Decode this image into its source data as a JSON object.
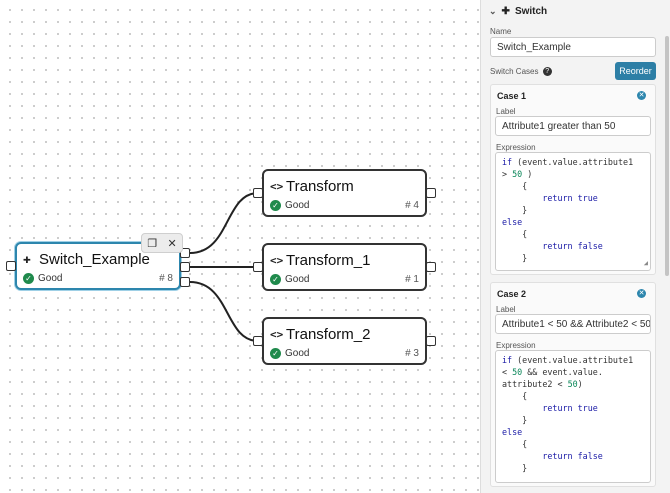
{
  "canvas": {
    "nodes": [
      {
        "title": "Switch_Example",
        "status": "Good",
        "id": "# 8",
        "kind": "switch"
      },
      {
        "title": "Transform",
        "status": "Good",
        "id": "# 4",
        "kind": "transform"
      },
      {
        "title": "Transform_1",
        "status": "Good",
        "id": "# 1",
        "kind": "transform"
      },
      {
        "title": "Transform_2",
        "status": "Good",
        "id": "# 3",
        "kind": "transform"
      }
    ],
    "toolbar": {
      "copy_icon": "copy-icon",
      "close_icon": "close-icon"
    }
  },
  "panel": {
    "header": "Switch",
    "name_label": "Name",
    "name_value": "Switch_Example",
    "cases_label": "Switch Cases",
    "reorder_label": "Reorder",
    "cases": [
      {
        "title": "Case 1",
        "label_label": "Label",
        "label_value": "Attribute1 greater than 50",
        "expression_label": "Expression"
      },
      {
        "title": "Case 2",
        "label_label": "Label",
        "label_value": "Attribute1 < 50 && Attribute2 < 50",
        "expression_label": "Expression"
      }
    ]
  },
  "colors": {
    "accent": "#2d7fa6",
    "good": "#1f8a4c",
    "node_border": "#333333",
    "selected_border": "#2d86ad"
  }
}
